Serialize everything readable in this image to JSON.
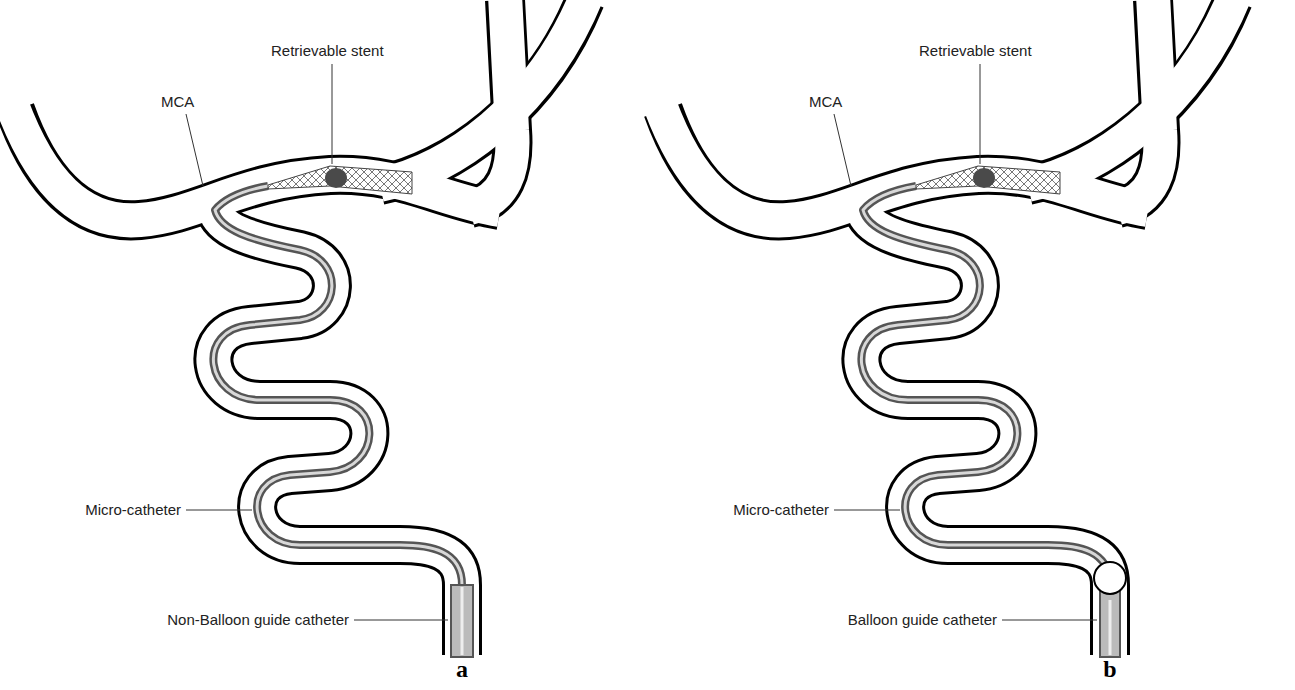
{
  "diagram": {
    "labels": [
      "MCA",
      "Retrievable stent",
      "Micro-catheter",
      "Non-Balloon guide catheter",
      "a",
      "MCA",
      "Retrievable stent",
      "Micro-catheter",
      "Balloon guide catheter",
      "b"
    ]
  }
}
